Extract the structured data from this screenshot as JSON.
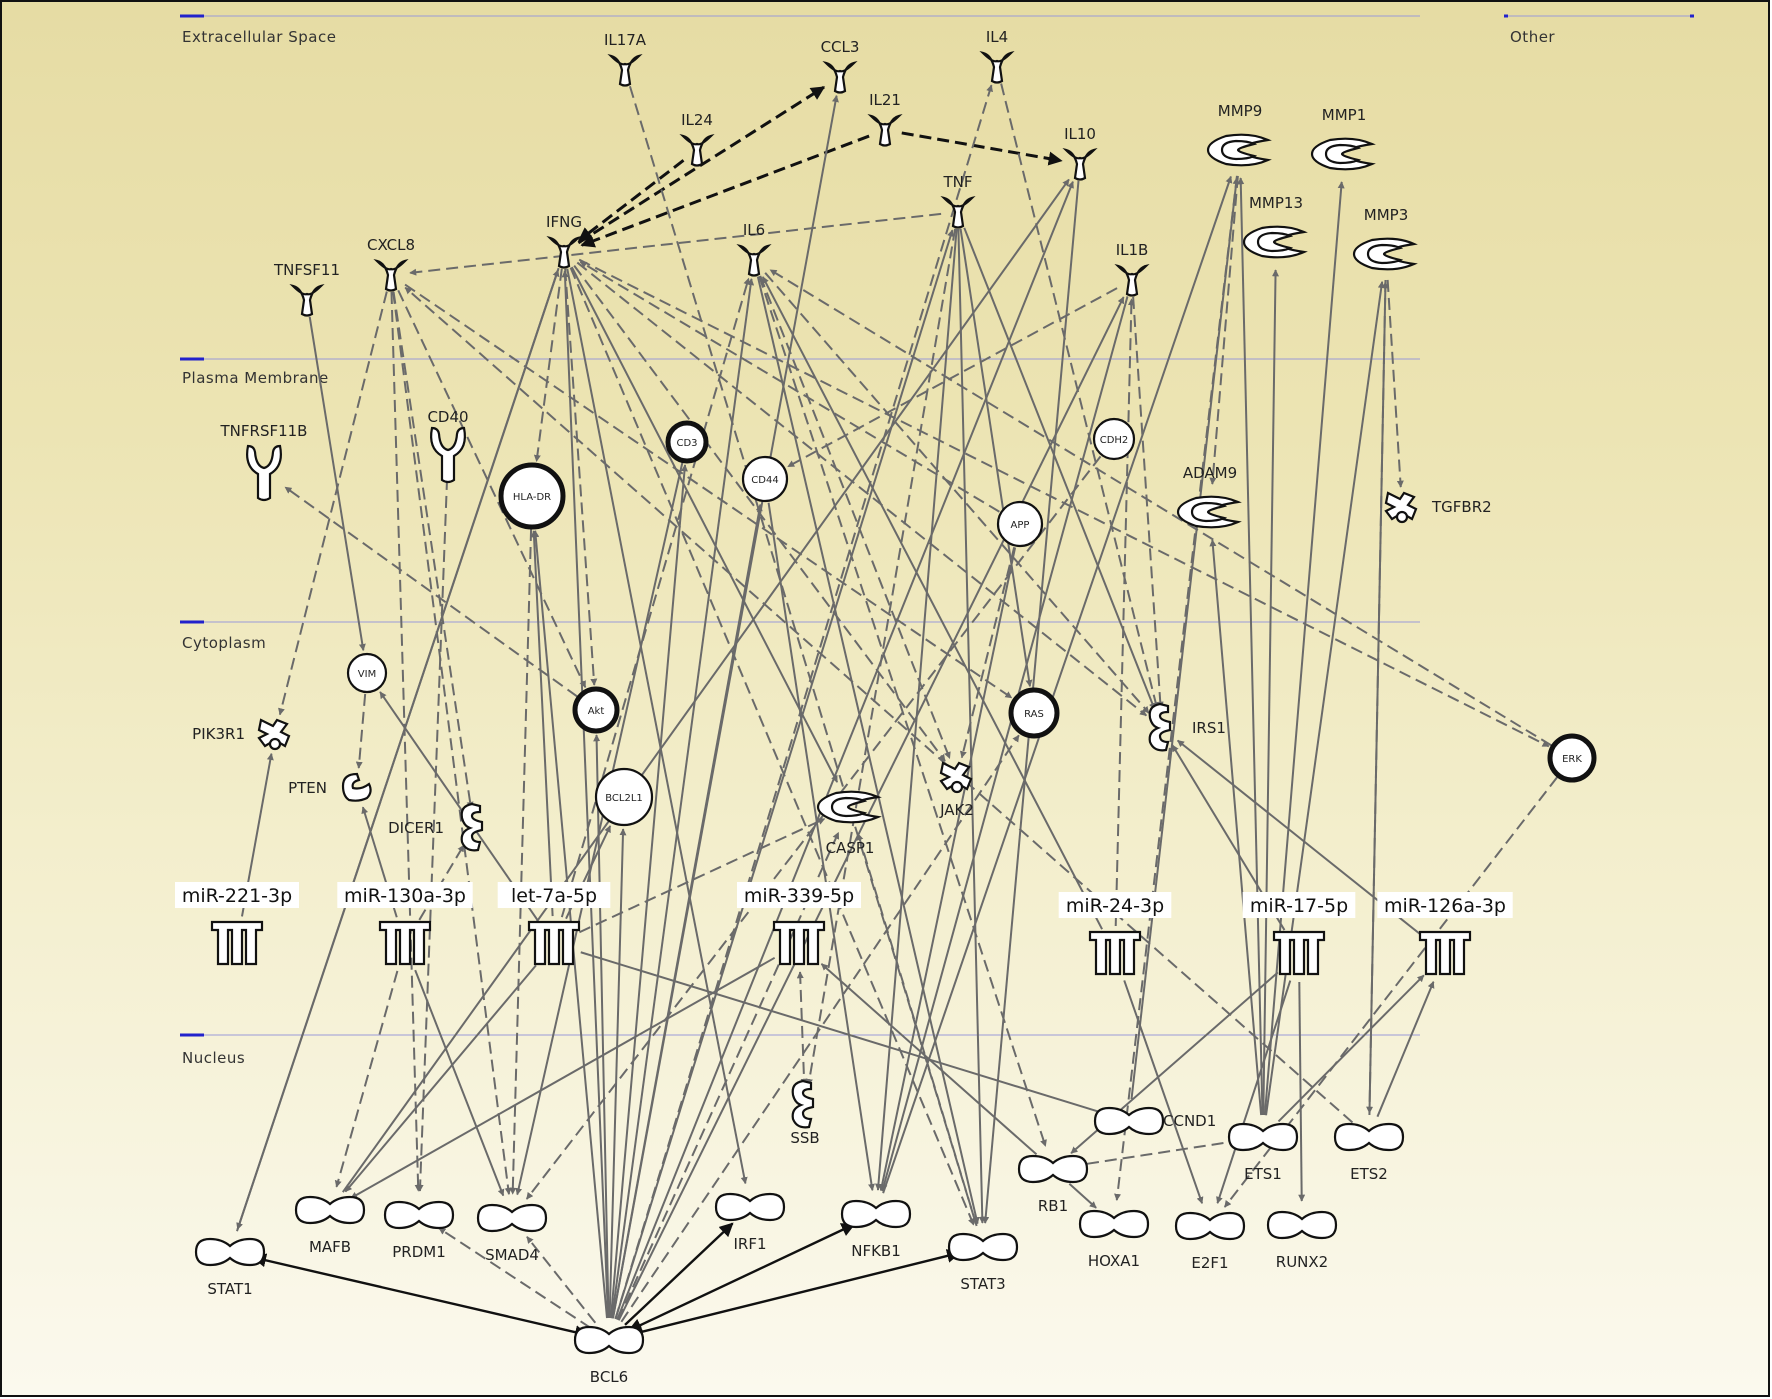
{
  "compartments": [
    {
      "id": "extracellular",
      "label": "Extracellular Space"
    },
    {
      "id": "other",
      "label": "Other"
    },
    {
      "id": "membrane",
      "label": "Plasma Membrane"
    },
    {
      "id": "cytoplasm",
      "label": "Cytoplasm"
    },
    {
      "id": "nucleus",
      "label": "Nucleus"
    }
  ],
  "nodes": [
    {
      "id": "IL17A",
      "label": "IL17A",
      "kind": "cytokine"
    },
    {
      "id": "CCL3",
      "label": "CCL3",
      "kind": "cytokine"
    },
    {
      "id": "IL4",
      "label": "IL4",
      "kind": "cytokine"
    },
    {
      "id": "IL24",
      "label": "IL24",
      "kind": "cytokine"
    },
    {
      "id": "IL21",
      "label": "IL21",
      "kind": "cytokine"
    },
    {
      "id": "IL10",
      "label": "IL10",
      "kind": "cytokine"
    },
    {
      "id": "TNF",
      "label": "TNF",
      "kind": "cytokine"
    },
    {
      "id": "IL6",
      "label": "IL6",
      "kind": "cytokine"
    },
    {
      "id": "IFNG",
      "label": "IFNG",
      "kind": "cytokine"
    },
    {
      "id": "CXCL8",
      "label": "CXCL8",
      "kind": "cytokine"
    },
    {
      "id": "TNFSF11",
      "label": "TNFSF11",
      "kind": "cytokine"
    },
    {
      "id": "IL1B",
      "label": "IL1B",
      "kind": "cytokine"
    },
    {
      "id": "MMP9",
      "label": "MMP9",
      "kind": "peptidase"
    },
    {
      "id": "MMP1",
      "label": "MMP1",
      "kind": "peptidase"
    },
    {
      "id": "MMP13",
      "label": "MMP13",
      "kind": "peptidase"
    },
    {
      "id": "MMP3",
      "label": "MMP3",
      "kind": "peptidase"
    },
    {
      "id": "TNFRSF11B",
      "label": "TNFRSF11B",
      "kind": "receptor"
    },
    {
      "id": "CD40",
      "label": "CD40",
      "kind": "receptor"
    },
    {
      "id": "HLA-DR",
      "label": "HLA-DR",
      "kind": "complex"
    },
    {
      "id": "CD3",
      "label": "CD3",
      "kind": "complex"
    },
    {
      "id": "CD44",
      "label": "CD44",
      "kind": "other"
    },
    {
      "id": "CDH2",
      "label": "CDH2",
      "kind": "other"
    },
    {
      "id": "APP",
      "label": "APP",
      "kind": "other"
    },
    {
      "id": "ADAM9",
      "label": "ADAM9",
      "kind": "peptidase"
    },
    {
      "id": "TGFBR2",
      "label": "TGFBR2",
      "kind": "kinase"
    },
    {
      "id": "VIM",
      "label": "VIM",
      "kind": "other"
    },
    {
      "id": "Akt",
      "label": "Akt",
      "kind": "complex"
    },
    {
      "id": "RAS",
      "label": "RAS",
      "kind": "complex"
    },
    {
      "id": "IRS1",
      "label": "IRS1",
      "kind": "enzyme"
    },
    {
      "id": "ERK",
      "label": "ERK",
      "kind": "complex"
    },
    {
      "id": "PIK3R1",
      "label": "PIK3R1",
      "kind": "kinase"
    },
    {
      "id": "PTEN",
      "label": "PTEN",
      "kind": "phosphatase"
    },
    {
      "id": "DICER1",
      "label": "DICER1",
      "kind": "enzyme"
    },
    {
      "id": "BCL2L1",
      "label": "BCL2L1",
      "kind": "other"
    },
    {
      "id": "CASP1",
      "label": "CASP1",
      "kind": "peptidase"
    },
    {
      "id": "JAK2",
      "label": "JAK2",
      "kind": "kinase"
    },
    {
      "id": "miR-221-3p",
      "label": "miR-221-3p",
      "kind": "mirna"
    },
    {
      "id": "miR-130a-3p",
      "label": "miR-130a-3p",
      "kind": "mirna"
    },
    {
      "id": "let-7a-5p",
      "label": "let-7a-5p",
      "kind": "mirna"
    },
    {
      "id": "miR-339-5p",
      "label": "miR-339-5p",
      "kind": "mirna"
    },
    {
      "id": "miR-24-3p",
      "label": "miR-24-3p",
      "kind": "mirna"
    },
    {
      "id": "miR-17-5p",
      "label": "miR-17-5p",
      "kind": "mirna"
    },
    {
      "id": "miR-126a-3p",
      "label": "miR-126a-3p",
      "kind": "mirna"
    },
    {
      "id": "SSB",
      "label": "SSB",
      "kind": "enzyme"
    },
    {
      "id": "CCND1",
      "label": "CCND1",
      "kind": "tf"
    },
    {
      "id": "ETS1",
      "label": "ETS1",
      "kind": "tf"
    },
    {
      "id": "ETS2",
      "label": "ETS2",
      "kind": "tf"
    },
    {
      "id": "RB1",
      "label": "RB1",
      "kind": "tf"
    },
    {
      "id": "MAFB",
      "label": "MAFB",
      "kind": "tf"
    },
    {
      "id": "PRDM1",
      "label": "PRDM1",
      "kind": "tf"
    },
    {
      "id": "SMAD4",
      "label": "SMAD4",
      "kind": "tf"
    },
    {
      "id": "IRF1",
      "label": "IRF1",
      "kind": "tf"
    },
    {
      "id": "NFKB1",
      "label": "NFKB1",
      "kind": "tf"
    },
    {
      "id": "STAT3",
      "label": "STAT3",
      "kind": "tf"
    },
    {
      "id": "HOXA1",
      "label": "HOXA1",
      "kind": "tf"
    },
    {
      "id": "E2F1",
      "label": "E2F1",
      "kind": "tf"
    },
    {
      "id": "RUNX2",
      "label": "RUNX2",
      "kind": "tf"
    },
    {
      "id": "STAT1",
      "label": "STAT1",
      "kind": "tf"
    },
    {
      "id": "BCL6",
      "label": "BCL6",
      "kind": "tf"
    }
  ],
  "edges": [
    {
      "from": "BCL6",
      "to": "STAT1",
      "style": "solid-black",
      "arrows": "both"
    },
    {
      "from": "BCL6",
      "to": "IRF1",
      "style": "solid-black",
      "arrows": "end"
    },
    {
      "from": "BCL6",
      "to": "NFKB1",
      "style": "solid-black",
      "arrows": "both"
    },
    {
      "from": "BCL6",
      "to": "STAT3",
      "style": "solid-black",
      "arrows": "both"
    },
    {
      "from": "IL21",
      "to": "IFNG",
      "style": "dashed-black",
      "arrows": "end"
    },
    {
      "from": "IL21",
      "to": "IL10",
      "style": "dashed-black",
      "arrows": "end"
    },
    {
      "from": "IFNG",
      "to": "CCL3",
      "style": "dashed-black",
      "arrows": "end"
    },
    {
      "from": "IL24",
      "to": "IFNG",
      "style": "dashed-black",
      "arrows": "end"
    },
    {
      "from": "BCL6",
      "to": "IFNG",
      "style": "solid",
      "arrows": "end"
    },
    {
      "from": "BCL6",
      "to": "IL6",
      "style": "solid",
      "arrows": "end"
    },
    {
      "from": "BCL6",
      "to": "TNF",
      "style": "solid",
      "arrows": "end"
    },
    {
      "from": "BCL6",
      "to": "CCL3",
      "style": "solid",
      "arrows": "end"
    },
    {
      "from": "BCL6",
      "to": "IL10",
      "style": "solid",
      "arrows": "end"
    },
    {
      "from": "BCL6",
      "to": "IL1B",
      "style": "solid",
      "arrows": "end"
    },
    {
      "from": "BCL6",
      "to": "HLA-DR",
      "style": "solid",
      "arrows": "end"
    },
    {
      "from": "BCL6",
      "to": "CD44",
      "style": "solid",
      "arrows": "end"
    },
    {
      "from": "BCL6",
      "to": "BCL2L1",
      "style": "solid",
      "arrows": "end"
    },
    {
      "from": "BCL6",
      "to": "Akt",
      "style": "solid",
      "arrows": "end"
    },
    {
      "from": "BCL6",
      "to": "CD3",
      "style": "solid",
      "arrows": "end"
    },
    {
      "from": "BCL6",
      "to": "CASP1",
      "style": "dashed",
      "arrows": "end"
    },
    {
      "from": "BCL6",
      "to": "RAS",
      "style": "dashed",
      "arrows": "end"
    },
    {
      "from": "BCL6",
      "to": "SMAD4",
      "style": "dashed",
      "arrows": "end"
    },
    {
      "from": "BCL6",
      "to": "PRDM1",
      "style": "dashed",
      "arrows": "end"
    },
    {
      "from": "BCL6",
      "to": "IL4",
      "style": "dashed",
      "arrows": "end"
    },
    {
      "from": "IFNG",
      "to": "STAT1",
      "style": "solid",
      "arrows": "end"
    },
    {
      "from": "IFNG",
      "to": "IRF1",
      "style": "solid",
      "arrows": "end"
    },
    {
      "from": "IFNG",
      "to": "HLA-DR",
      "style": "dashed",
      "arrows": "end"
    },
    {
      "from": "IFNG",
      "to": "Akt",
      "style": "dashed",
      "arrows": "end"
    },
    {
      "from": "IFNG",
      "to": "JAK2",
      "style": "dashed",
      "arrows": "end"
    },
    {
      "from": "IFNG",
      "to": "STAT3",
      "style": "dashed",
      "arrows": "end"
    },
    {
      "from": "IFNG",
      "to": "CASP1",
      "style": "solid",
      "arrows": "end"
    },
    {
      "from": "IFNG",
      "to": "ERK",
      "style": "dashed",
      "arrows": "end"
    },
    {
      "from": "IFNG",
      "to": "IRS1",
      "style": "dashed",
      "arrows": "end"
    },
    {
      "from": "CXCL8",
      "to": "PIK3R1",
      "style": "dashed",
      "arrows": "end"
    },
    {
      "from": "CXCL8",
      "to": "Akt",
      "style": "dashed",
      "arrows": "end"
    },
    {
      "from": "CXCL8",
      "to": "RAS",
      "style": "dashed",
      "arrows": "end"
    },
    {
      "from": "CXCL8",
      "to": "SMAD4",
      "style": "dashed",
      "arrows": "end"
    },
    {
      "from": "CXCL8",
      "to": "PRDM1",
      "style": "dashed",
      "arrows": "end"
    },
    {
      "from": "CXCL8",
      "to": "DICER1",
      "style": "dashed",
      "arrows": "end"
    },
    {
      "from": "TNFSF11",
      "to": "VIM",
      "style": "solid",
      "arrows": "end"
    },
    {
      "from": "Akt",
      "to": "TNFRSF11B",
      "style": "dashed",
      "arrows": "end"
    },
    {
      "from": "VIM",
      "to": "PTEN",
      "style": "dashed",
      "arrows": "end"
    },
    {
      "from": "miR-221-3p",
      "to": "PIK3R1",
      "style": "solid",
      "arrows": "end"
    },
    {
      "from": "miR-130a-3p",
      "to": "PTEN",
      "style": "solid",
      "arrows": "end"
    },
    {
      "from": "miR-130a-3p",
      "to": "DICER1",
      "style": "dashed",
      "arrows": "end"
    },
    {
      "from": "miR-130a-3p",
      "to": "SMAD4",
      "style": "solid",
      "arrows": "end"
    },
    {
      "from": "miR-130a-3p",
      "to": "MAFB",
      "style": "dashed",
      "arrows": "end"
    },
    {
      "from": "let-7a-5p",
      "to": "HLA-DR",
      "style": "solid",
      "arrows": "end"
    },
    {
      "from": "let-7a-5p",
      "to": "BCL2L1",
      "style": "solid",
      "arrows": "end"
    },
    {
      "from": "let-7a-5p",
      "to": "CASP1",
      "style": "dashed",
      "arrows": "end"
    },
    {
      "from": "let-7a-5p",
      "to": "CCND1",
      "style": "solid",
      "arrows": "end"
    },
    {
      "from": "let-7a-5p",
      "to": "MAFB",
      "style": "solid",
      "arrows": "end"
    },
    {
      "from": "let-7a-5p",
      "to": "VIM",
      "style": "solid",
      "arrows": "end"
    },
    {
      "from": "let-7a-5p",
      "to": "IL6",
      "style": "dashed",
      "arrows": "end"
    },
    {
      "from": "miR-339-5p",
      "to": "SSB",
      "style": "dashed",
      "arrows": "both"
    },
    {
      "from": "miR-339-5p",
      "to": "MAFB",
      "style": "solid",
      "arrows": "end"
    },
    {
      "from": "IL6",
      "to": "STAT3",
      "style": "solid",
      "arrows": "end"
    },
    {
      "from": "IL6",
      "to": "JAK2",
      "style": "dashed",
      "arrows": "end"
    },
    {
      "from": "IL6",
      "to": "RB1",
      "style": "dashed",
      "arrows": "end"
    },
    {
      "from": "IL6",
      "to": "IRS1",
      "style": "dashed",
      "arrows": "end"
    },
    {
      "from": "TNF",
      "to": "NFKB1",
      "style": "solid",
      "arrows": "end"
    },
    {
      "from": "TNF",
      "to": "STAT3",
      "style": "solid",
      "arrows": "end"
    },
    {
      "from": "TNF",
      "to": "RAS",
      "style": "solid",
      "arrows": "end"
    },
    {
      "from": "TNF",
      "to": "IRS1",
      "style": "solid",
      "arrows": "end"
    },
    {
      "from": "TNF",
      "to": "CXCL8",
      "style": "dashed",
      "arrows": "end"
    },
    {
      "from": "TNF",
      "to": "SSB",
      "style": "dashed",
      "arrows": "end"
    },
    {
      "from": "APP",
      "to": "NFKB1",
      "style": "solid",
      "arrows": "end"
    },
    {
      "from": "APP",
      "to": "IFNG",
      "style": "dashed",
      "arrows": "end"
    },
    {
      "from": "IL1B",
      "to": "NFKB1",
      "style": "solid",
      "arrows": "end"
    },
    {
      "from": "IL1B",
      "to": "CD44",
      "style": "dashed",
      "arrows": "end"
    },
    {
      "from": "IL1B",
      "to": "IRS1",
      "style": "dashed",
      "arrows": "end"
    },
    {
      "from": "IL10",
      "to": "STAT3",
      "style": "solid",
      "arrows": "end"
    },
    {
      "from": "IL4",
      "to": "IRS1",
      "style": "dashed",
      "arrows": "end"
    },
    {
      "from": "IL17A",
      "to": "STAT3",
      "style": "dashed",
      "arrows": "end"
    },
    {
      "from": "CDH2",
      "to": "SMAD4",
      "style": "dashed",
      "arrows": "end"
    },
    {
      "from": "CCND1",
      "to": "MMP9",
      "style": "solid",
      "arrows": "end"
    },
    {
      "from": "ETS1",
      "to": "MMP9",
      "style": "solid",
      "arrows": "end"
    },
    {
      "from": "ETS1",
      "to": "MMP1",
      "style": "solid",
      "arrows": "end"
    },
    {
      "from": "ETS1",
      "to": "MMP13",
      "style": "solid",
      "arrows": "end"
    },
    {
      "from": "ETS1",
      "to": "MMP3",
      "style": "solid",
      "arrows": "end"
    },
    {
      "from": "ETS2",
      "to": "MMP3",
      "style": "solid",
      "arrows": "end"
    },
    {
      "from": "ETS2",
      "to": "miR-126a-3p",
      "style": "solid",
      "arrows": "end"
    },
    {
      "from": "ETS1",
      "to": "miR-126a-3p",
      "style": "solid",
      "arrows": "end"
    },
    {
      "from": "miR-17-5p",
      "to": "RB1",
      "style": "solid",
      "arrows": "end"
    },
    {
      "from": "miR-17-5p",
      "to": "E2F1",
      "style": "solid",
      "arrows": "end"
    },
    {
      "from": "miR-17-5p",
      "to": "RUNX2",
      "style": "solid",
      "arrows": "end"
    },
    {
      "from": "miR-17-5p",
      "to": "IRS1",
      "style": "solid",
      "arrows": "end"
    },
    {
      "from": "miR-126a-3p",
      "to": "IRS1",
      "style": "solid",
      "arrows": "end"
    },
    {
      "from": "miR-24-3p",
      "to": "E2F1",
      "style": "solid",
      "arrows": "end"
    },
    {
      "from": "miR-24-3p",
      "to": "IL6",
      "style": "solid",
      "arrows": "end"
    },
    {
      "from": "RB1",
      "to": "HOXA1",
      "style": "solid",
      "arrows": "end"
    },
    {
      "from": "RB1",
      "to": "miR-339-5p",
      "style": "solid",
      "arrows": "end"
    },
    {
      "from": "ERK",
      "to": "E2F1",
      "style": "dashed",
      "arrows": "end"
    },
    {
      "from": "ERK",
      "to": "IL6",
      "style": "dashed",
      "arrows": "end"
    },
    {
      "from": "MMP9",
      "to": "ADAM9",
      "style": "dashed",
      "arrows": "end"
    },
    {
      "from": "MMP9",
      "to": "HOXA1",
      "style": "dashed",
      "arrows": "end"
    },
    {
      "from": "MMP3",
      "to": "TGFBR2",
      "style": "dashed",
      "arrows": "end"
    },
    {
      "from": "MMP3",
      "to": "ETS2",
      "style": "dashed",
      "arrows": "end"
    },
    {
      "from": "ETS1",
      "to": "ADAM9",
      "style": "solid",
      "arrows": "end"
    },
    {
      "from": "CD3",
      "to": "SMAD4",
      "style": "solid",
      "arrows": "end"
    },
    {
      "from": "CD44",
      "to": "NFKB1",
      "style": "solid",
      "arrows": "end"
    },
    {
      "from": "HLA-DR",
      "to": "SMAD4",
      "style": "dashed",
      "arrows": "end"
    },
    {
      "from": "STAT1",
      "to": "IFNG",
      "style": "solid",
      "arrows": "end"
    },
    {
      "from": "MAFB",
      "to": "IL10",
      "style": "solid",
      "arrows": "end"
    },
    {
      "from": "miR-24-3p",
      "to": "IL1B",
      "style": "dashed",
      "arrows": "end"
    },
    {
      "from": "CD40",
      "to": "PRDM1",
      "style": "dashed",
      "arrows": "end"
    },
    {
      "from": "ETS1",
      "to": "RB1",
      "style": "dashed",
      "arrows": "end"
    },
    {
      "from": "STAT3",
      "to": "CASP1",
      "style": "dashed",
      "arrows": "end"
    },
    {
      "from": "NFKB1",
      "to": "MMP9",
      "style": "solid",
      "arrows": "end"
    },
    {
      "from": "APP",
      "to": "JAK2",
      "style": "dashed",
      "arrows": "end"
    },
    {
      "from": "ETS2",
      "to": "CXCL8",
      "style": "dashed",
      "arrows": "end"
    }
  ]
}
